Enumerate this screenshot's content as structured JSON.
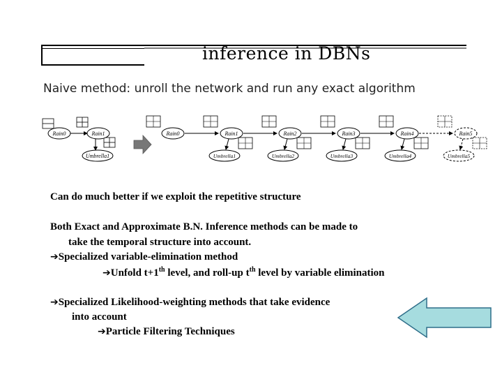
{
  "slide": {
    "title": "inference in DBNs",
    "subtitle": "Naive method:  unroll the network and run any exact algorithm"
  },
  "diagram": {
    "initial_network": {
      "nodes": [
        "Rain0",
        "Rain1",
        "Umbrella1"
      ]
    },
    "unrolled_network": {
      "rain_nodes": [
        "Rain0",
        "Rain1",
        "Rain2",
        "Rain3",
        "Rain4",
        "Rain5"
      ],
      "umbrella_nodes": [
        "Umbrella1",
        "Umbrella2",
        "Umbrella3",
        "Umbrella4",
        "Umbrella5"
      ]
    }
  },
  "content": {
    "line1": "Can do much better if we exploit the repetitive structure",
    "line2a": "Both Exact and  Approximate B.N. Inference methods can be made to",
    "line2b": "take the temporal structure into account.",
    "arrow_glyph": "➔",
    "line3": "Specialized variable-elimination method",
    "line4_prefix": "Unfold t+1",
    "line4_sup1": "th",
    "line4_mid": " level, and roll-up t",
    "line4_sup2": "th",
    "line4_suffix": " level by variable elimination",
    "line5a": "Specialized Likelihood-weighting methods that take evidence",
    "line5b": "into account",
    "line6": "Particle Filtering Techniques"
  },
  "colors": {
    "arrow_fill": "#a6dcdf",
    "block_arrow_fill": "#777777"
  }
}
